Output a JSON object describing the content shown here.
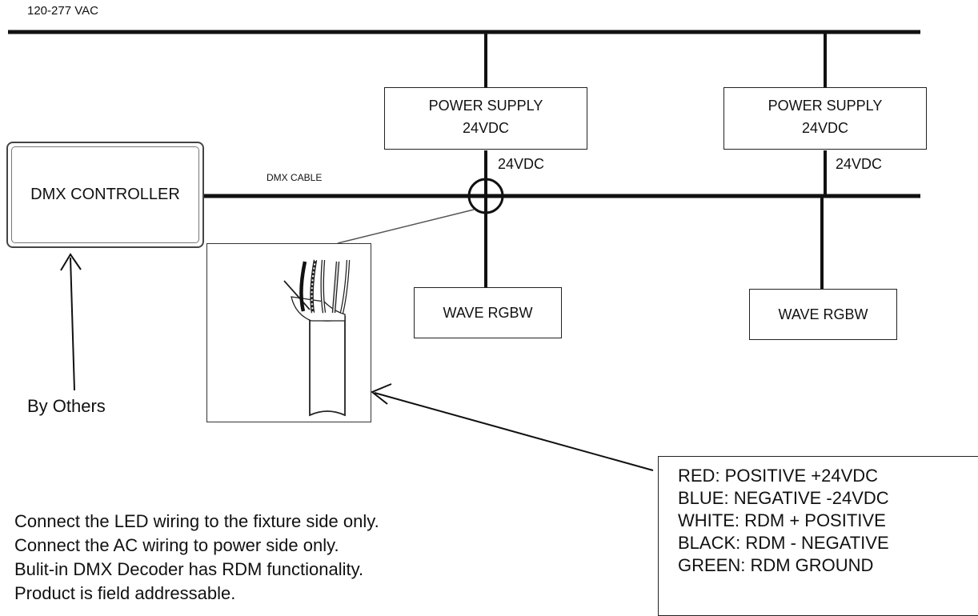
{
  "power_label": "120-277 VAC",
  "controller": {
    "label": "DMX CONTROLLER"
  },
  "dmx_cable_label": "DMX CABLE",
  "supplies": [
    {
      "line1": "POWER SUPPLY",
      "line2": "24VDC",
      "output_label": "24VDC"
    },
    {
      "line1": "POWER SUPPLY",
      "line2": "24VDC",
      "output_label": "24VDC"
    }
  ],
  "fixtures": [
    {
      "label": "WAVE RGBW"
    },
    {
      "label": "WAVE RGBW"
    }
  ],
  "by_others_label": "By Others",
  "wire_legend": [
    "RED: POSITIVE +24VDC",
    "BLUE: NEGATIVE  -24VDC",
    "WHITE: RDM + POSITIVE",
    "BLACK: RDM - NEGATIVE",
    "GREEN: RDM GROUND"
  ],
  "notes": [
    "Connect the LED wiring to the fixture side only.",
    "Connect the AC wiring to power side only.",
    "Bulit-in DMX Decoder has RDM functionality.",
    "Product is field addressable."
  ]
}
